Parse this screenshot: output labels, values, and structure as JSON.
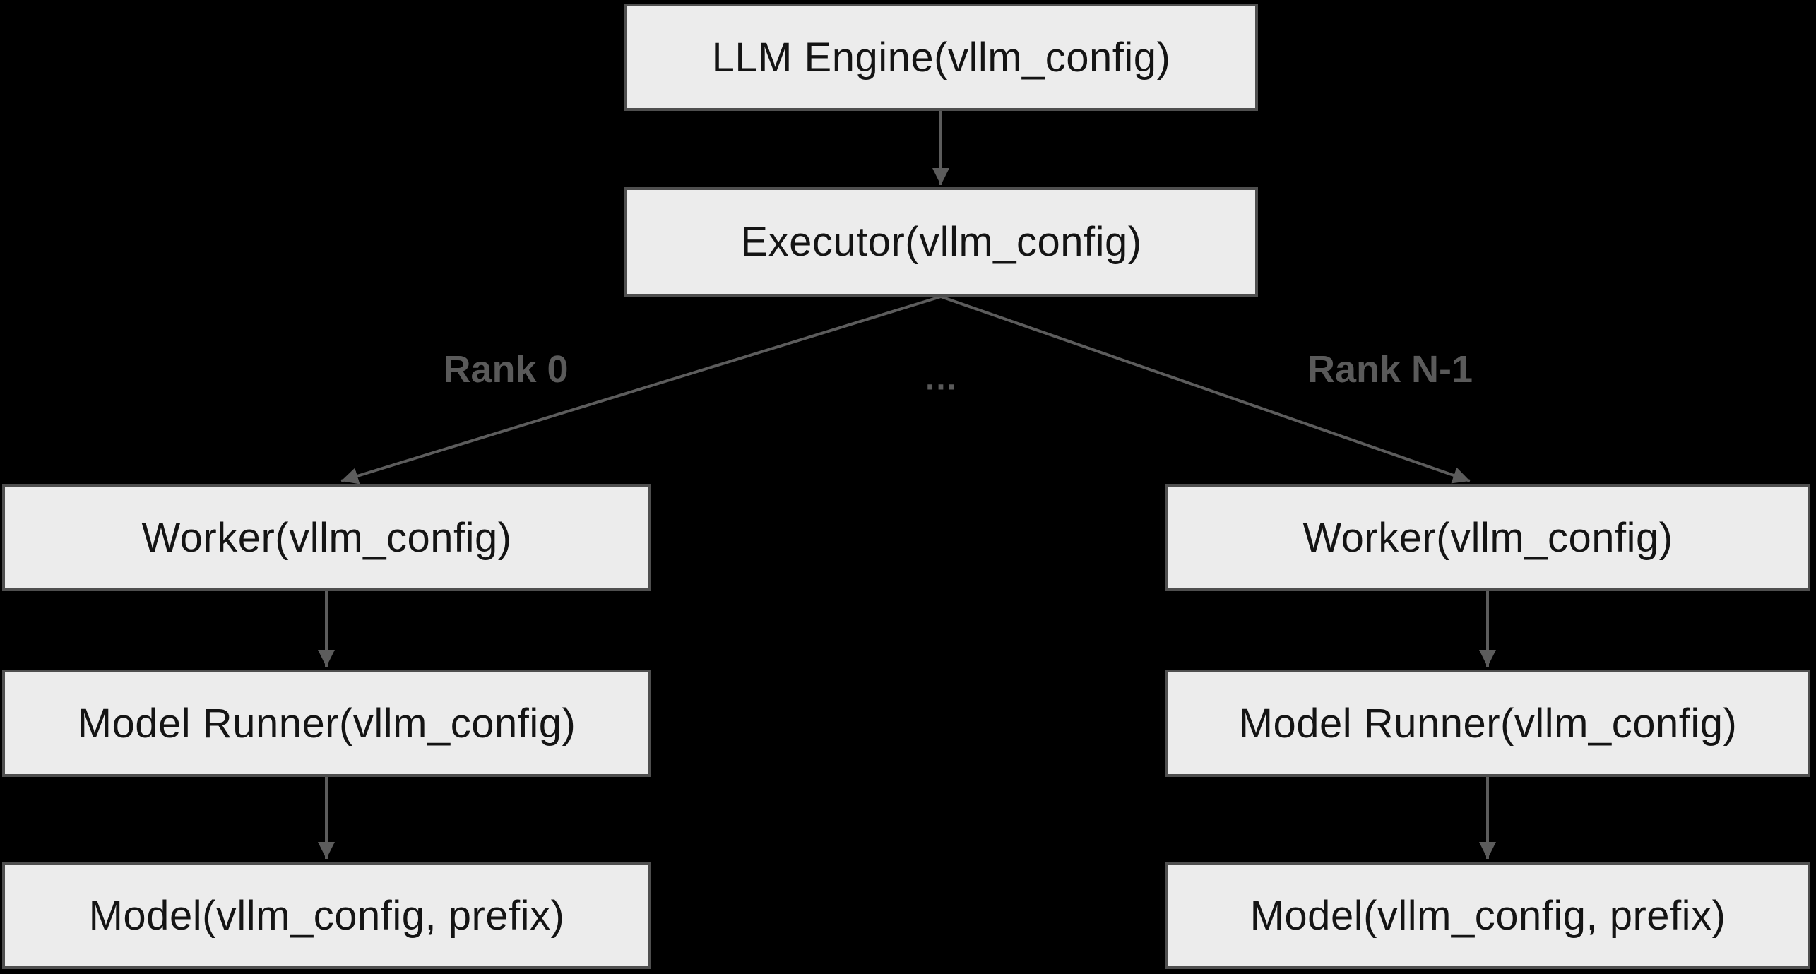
{
  "diagram": {
    "nodes": {
      "llm_engine": "LLM Engine(vllm_config)",
      "executor": "Executor(vllm_config)",
      "worker_rank0": "Worker(vllm_config)",
      "worker_rankN": "Worker(vllm_config)",
      "model_runner_rank0": "Model Runner(vllm_config)",
      "model_runner_rankN": "Model Runner(vllm_config)",
      "model_rank0": "Model(vllm_config, prefix)",
      "model_rankN": "Model(vllm_config, prefix)"
    },
    "edge_labels": {
      "rank_0": "Rank 0",
      "ellipsis": "…",
      "rank_n_minus_1": "Rank N-1"
    },
    "colors": {
      "background": "#000000",
      "node_fill": "#ececec",
      "node_border": "#4f4f4f",
      "node_text": "#141414",
      "edge": "#5c5c5c",
      "edge_label": "#5a5a5a"
    }
  }
}
